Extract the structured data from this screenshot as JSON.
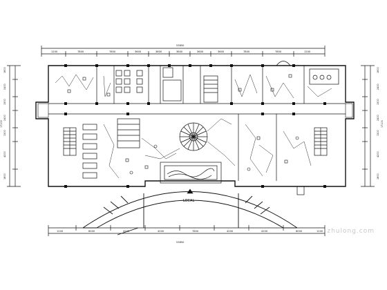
{
  "drawing": {
    "caption_text": "LOCAL",
    "watermark_text": "zhulong.com",
    "line_color": "#111111",
    "background_color": "#ffffff"
  },
  "dimensions": {
    "top_overall": "53850",
    "bottom_overall": "53850",
    "top_segments": [
      "1200",
      "7800",
      "7800",
      "3600",
      "3600",
      "3600",
      "3600",
      "3600",
      "7800",
      "7800",
      "1200"
    ],
    "bottom_segments": [
      "1200",
      "6000",
      "4200",
      "4200",
      "7800",
      "4200",
      "4200",
      "6000",
      "1200"
    ],
    "left_segments": [
      "1800",
      "2400",
      "1500",
      "2400",
      "1500",
      "4200",
      "1800"
    ],
    "right_segments": [
      "1800",
      "2400",
      "1500",
      "2400",
      "1500",
      "4200",
      "1800"
    ],
    "left_total": "17100",
    "right_total": "17100"
  }
}
